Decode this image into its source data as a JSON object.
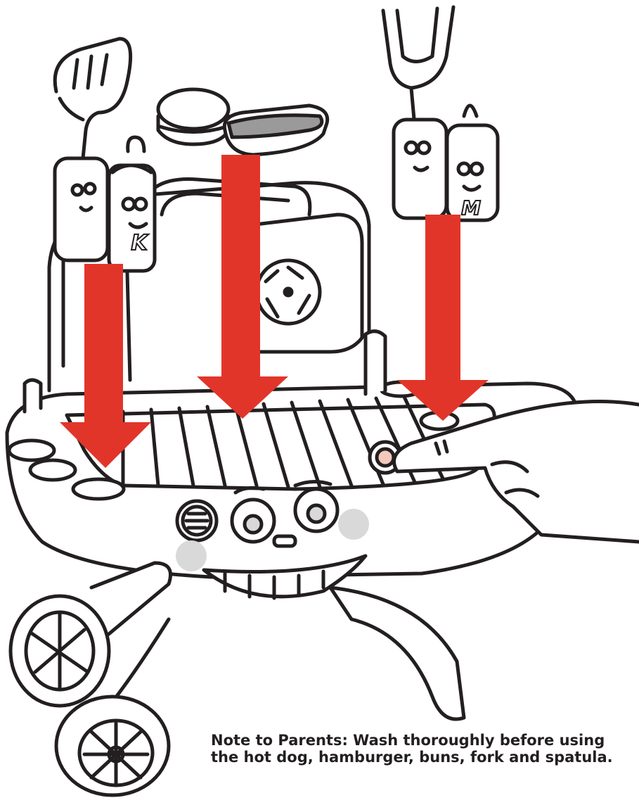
{
  "bottles": {
    "ketchup_letter": "K",
    "mustard_letter": "M"
  },
  "note": {
    "line1": "Note to Parents: Wash thoroughly before using",
    "line2": "the hot dog, hamburger, buns, fork and spatula."
  },
  "colors": {
    "arrow": "#e2352a",
    "outline": "#231f20",
    "face_gray": "#d9d9d9",
    "button_light": "#f4c9bc"
  },
  "icons": {
    "arrows": "down-arrow",
    "pointer": "finger-press"
  }
}
